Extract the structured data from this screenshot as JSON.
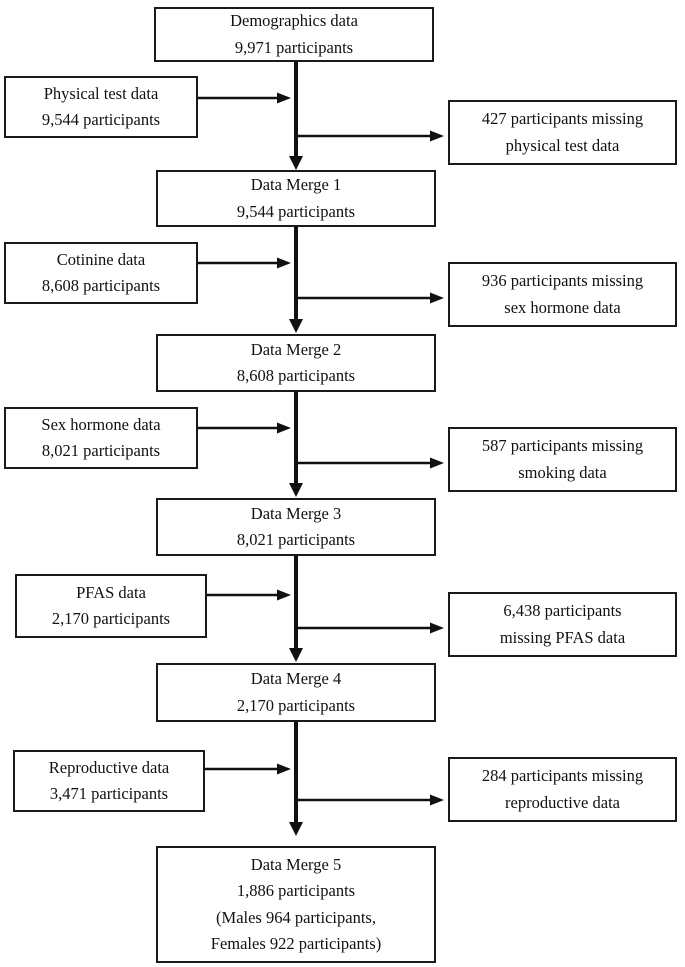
{
  "colors": {
    "background": "#ffffff",
    "box_border": "#1a1a1a",
    "text": "#111111",
    "arrow": "#111111"
  },
  "flowchart": {
    "start_box": {
      "lines": [
        "Demographics data",
        "9,971 participants"
      ]
    },
    "stages": [
      {
        "input": {
          "lines": [
            "Physical test data",
            "9,544 participants"
          ]
        },
        "excluded": {
          "lines": [
            "427 participants missing",
            "physical test data"
          ]
        },
        "merge": {
          "lines": [
            "Data Merge 1",
            "9,544 participants"
          ]
        }
      },
      {
        "input": {
          "lines": [
            "Cotinine data",
            "8,608 participants"
          ]
        },
        "excluded": {
          "lines": [
            "936 participants missing",
            "sex hormone data"
          ]
        },
        "merge": {
          "lines": [
            "Data Merge 2",
            "8,608 participants"
          ]
        }
      },
      {
        "input": {
          "lines": [
            "Sex hormone data",
            "8,021 participants"
          ]
        },
        "excluded": {
          "lines": [
            "587 participants missing",
            "smoking data"
          ]
        },
        "merge": {
          "lines": [
            "Data Merge 3",
            "8,021 participants"
          ]
        }
      },
      {
        "input": {
          "lines": [
            "PFAS data",
            "2,170 participants"
          ]
        },
        "excluded": {
          "lines": [
            "6,438 participants",
            "missing PFAS data"
          ]
        },
        "merge": {
          "lines": [
            "Data Merge 4",
            "2,170 participants"
          ]
        }
      },
      {
        "input": {
          "lines": [
            "Reproductive data",
            "3,471 participants"
          ]
        },
        "excluded": {
          "lines": [
            "284 participants missing",
            "reproductive data"
          ]
        },
        "merge": {
          "lines": [
            "Data Merge 5",
            "1,886 participants",
            "(Males 964 participants,",
            "Females 922 participants)"
          ]
        }
      }
    ]
  }
}
